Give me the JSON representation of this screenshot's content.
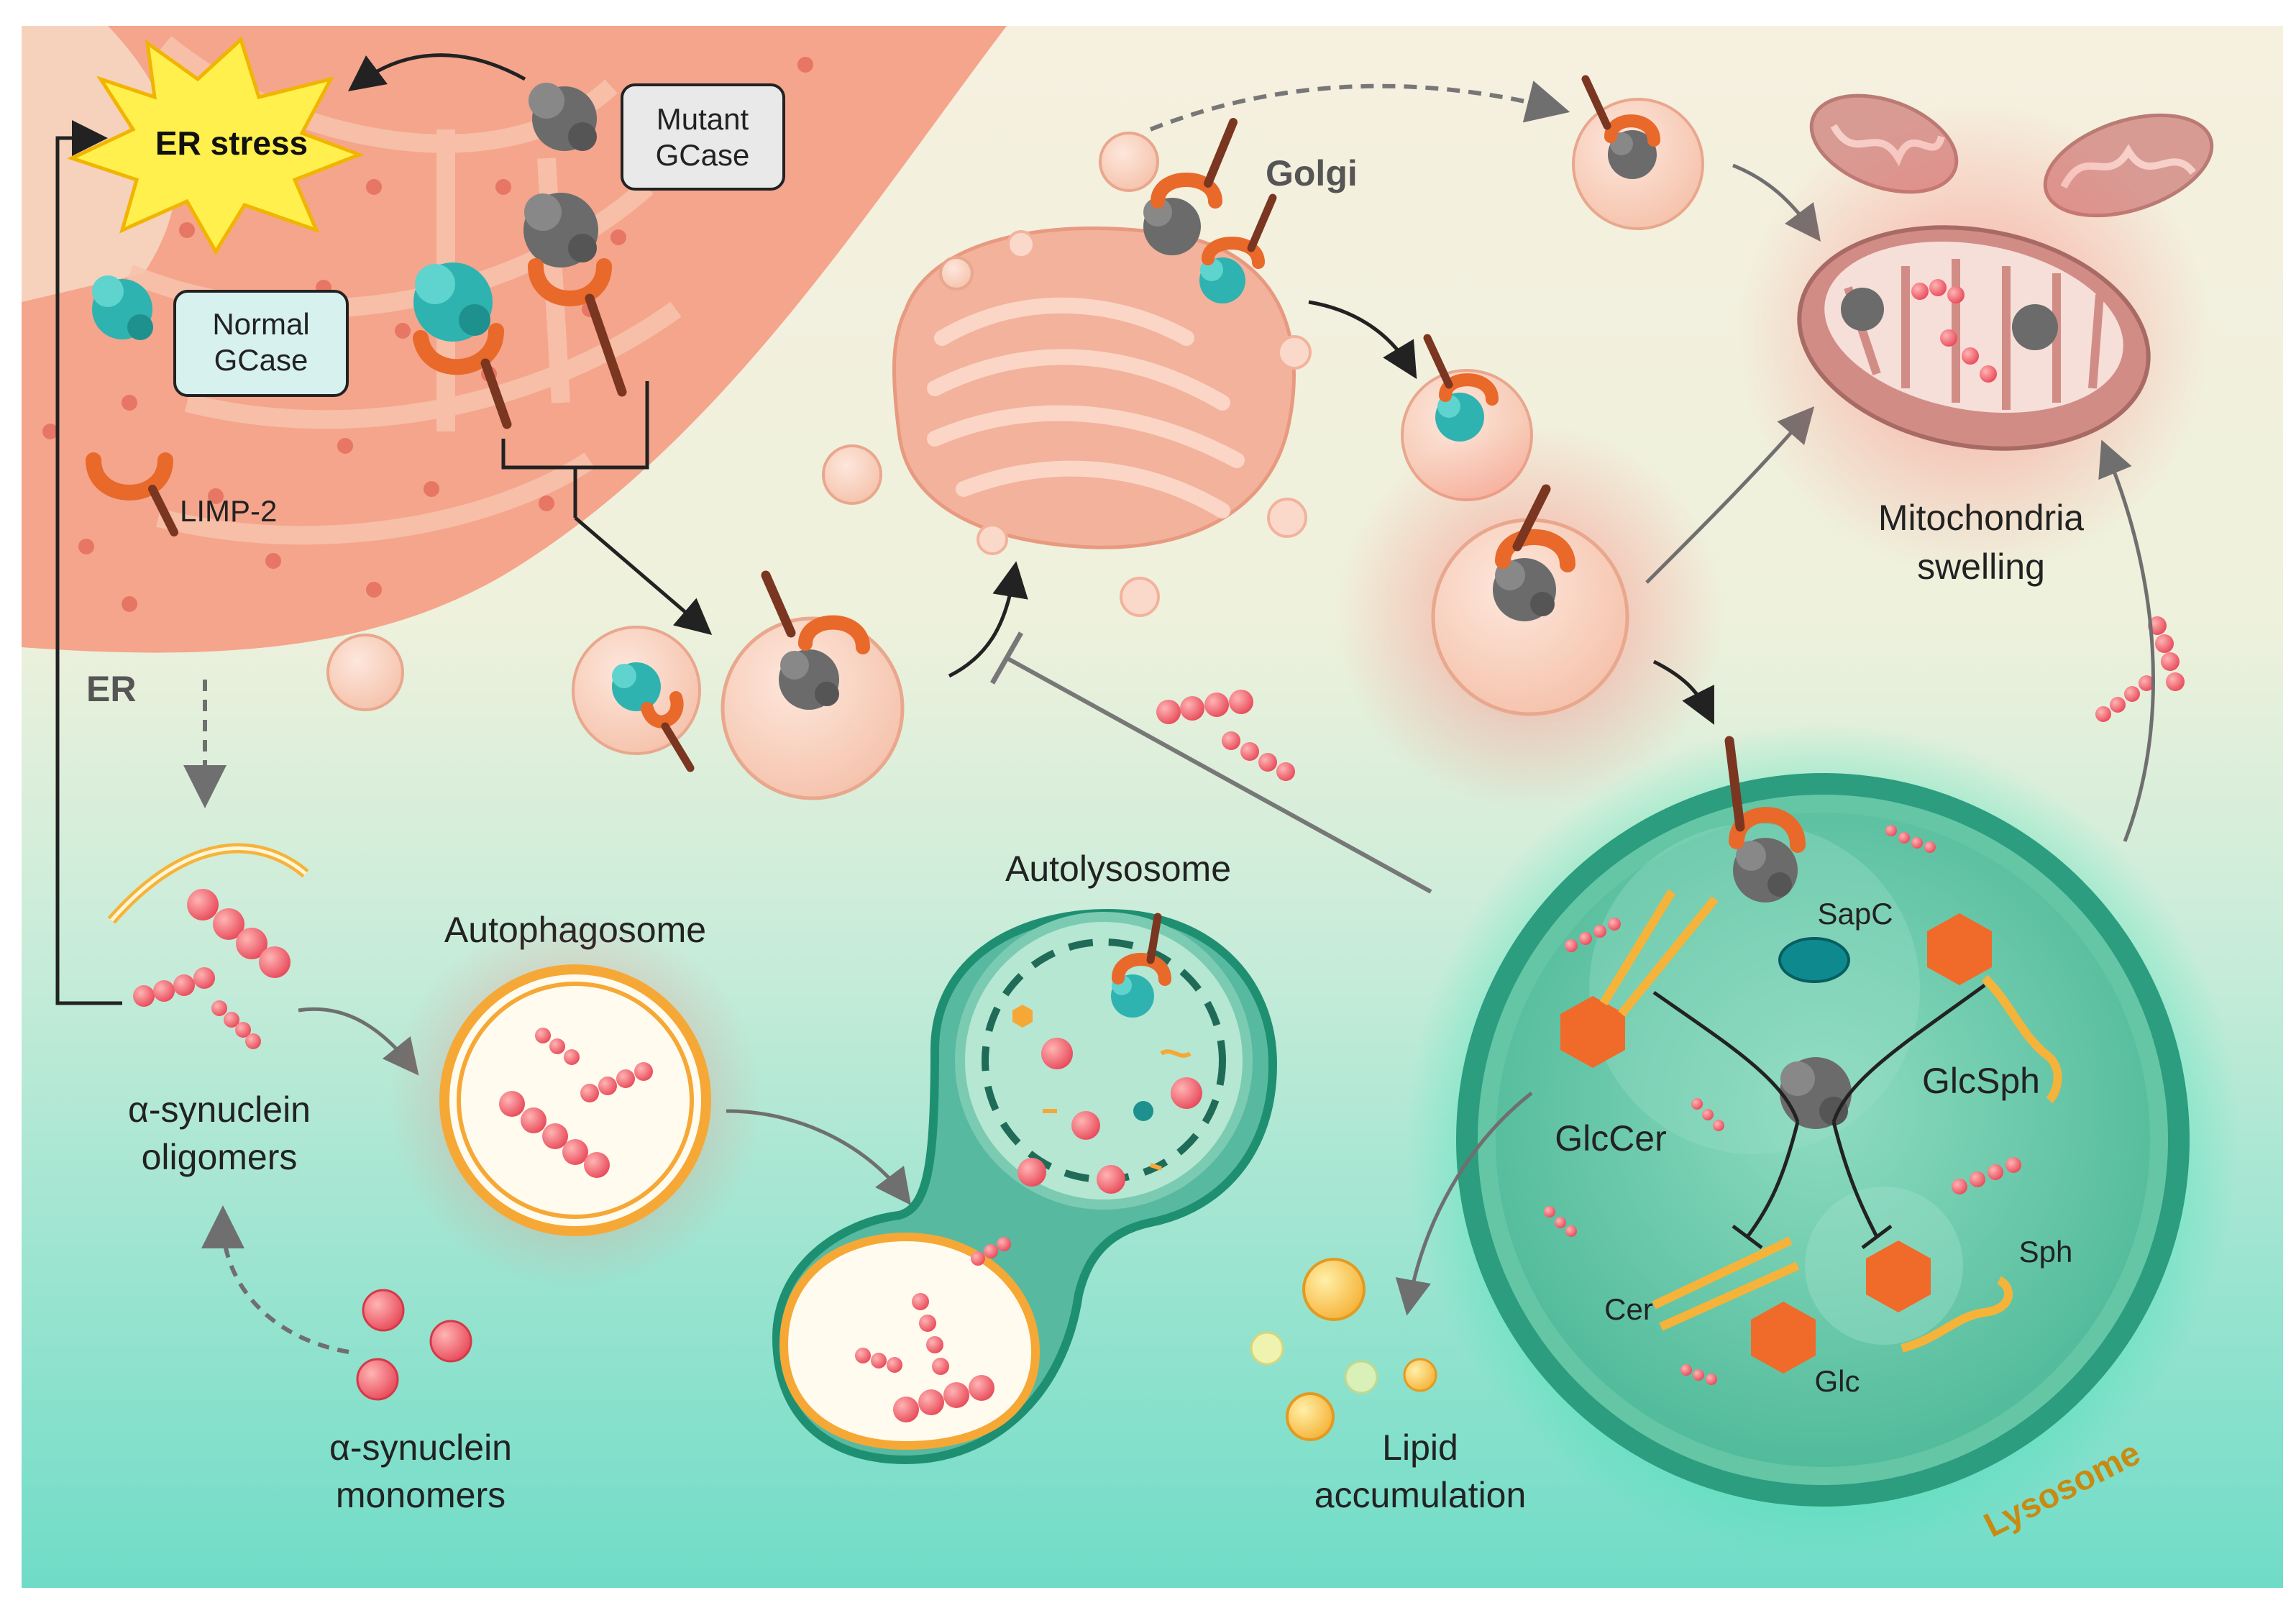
{
  "labels": {
    "er_stress": "ER stress",
    "mutant_gcase": [
      "Mutant",
      "GCase"
    ],
    "normal_gcase": [
      "Normal",
      "GCase"
    ],
    "limp2": "LIMP-2",
    "er": "ER",
    "golgi": "Golgi",
    "mitochondria": [
      "Mitochondria",
      "swelling"
    ],
    "autophagosome": "Autophagosome",
    "autolysosome": "Autolysosome",
    "asyn_oligomers": [
      "α-synuclein",
      "oligomers"
    ],
    "asyn_monomers": [
      "α-synuclein",
      "monomers"
    ],
    "lipid": [
      "Lipid",
      "accumulation"
    ],
    "lysosome": "Lysosome",
    "sapc": "SapC",
    "glccer": "GlcCer",
    "glcsph": "GlcSph",
    "cer": "Cer",
    "glc": "Glc",
    "sph": "Sph"
  },
  "colors": {
    "er_fill": "#f2a48a",
    "golgi_fill": "#f3b29c",
    "vesicle_fill": "#fbd9ca",
    "lysosome_fill": "#4fc6a5",
    "lysosome_ring": "#1f8f72",
    "mito_fill": "#d89b94",
    "limp2": "#e8692a",
    "normal_gcase": "#2fb3b0",
    "mutant_gcase": "#6b6b6b",
    "synuclein": "#f1707a",
    "lipid_orange": "#f06a2a",
    "er_stress": "#ffe84a"
  }
}
